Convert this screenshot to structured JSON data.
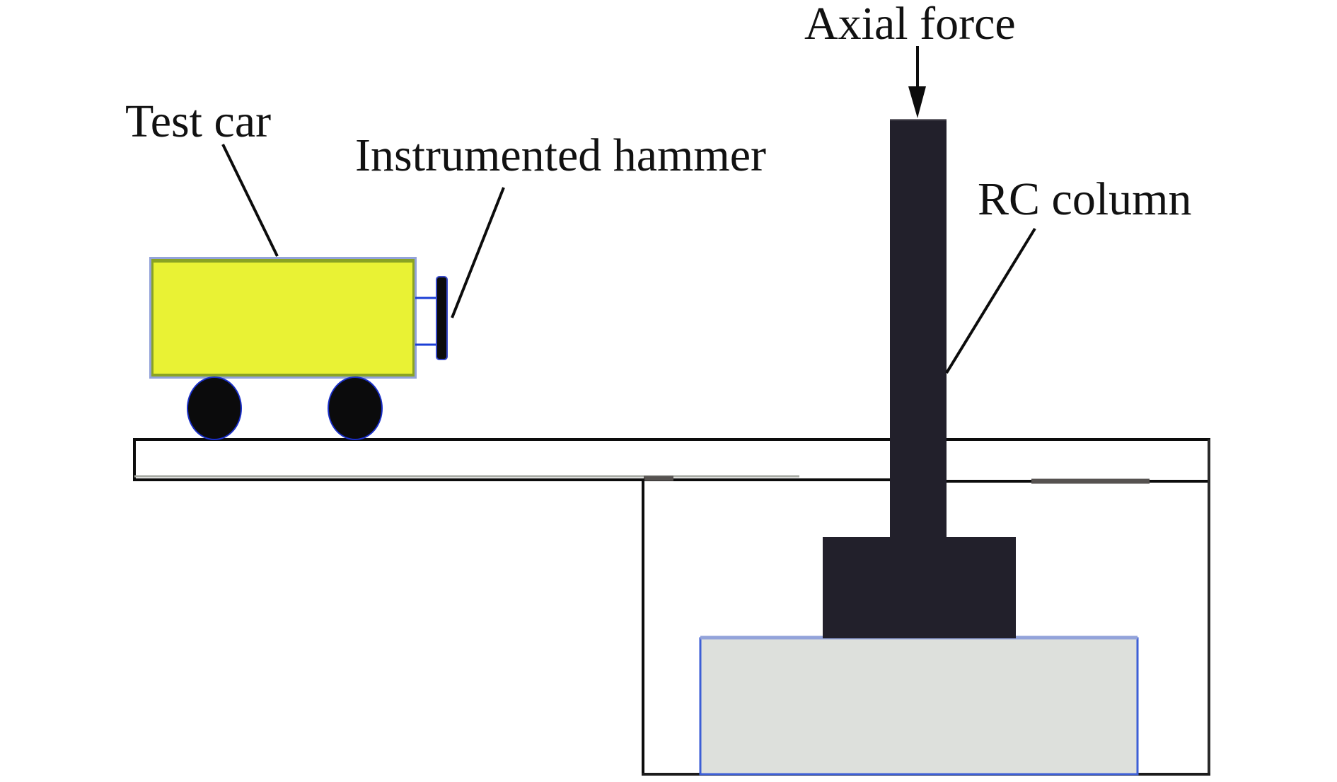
{
  "figure": {
    "type": "schematic",
    "subject": "Vehicle impact test setup on RC column"
  },
  "labels": {
    "test_car": "Test car",
    "instrumented_hammer": "Instrumented hammer",
    "axial_force": "Axial force",
    "rc_column": "RC column"
  },
  "colors": {
    "car_body": "#e9f234",
    "car_edge": "#8aa324",
    "car_outline": "#93a3da",
    "wheel": "#0b0b0c",
    "wheel_edge": "#1a2fc8",
    "hammer_connector": "#1b3fd6",
    "column": "#22202b",
    "foundation_fill": "#dde0dc",
    "foundation_edge": "#3d5fd6",
    "line": "#0c0c0c"
  }
}
